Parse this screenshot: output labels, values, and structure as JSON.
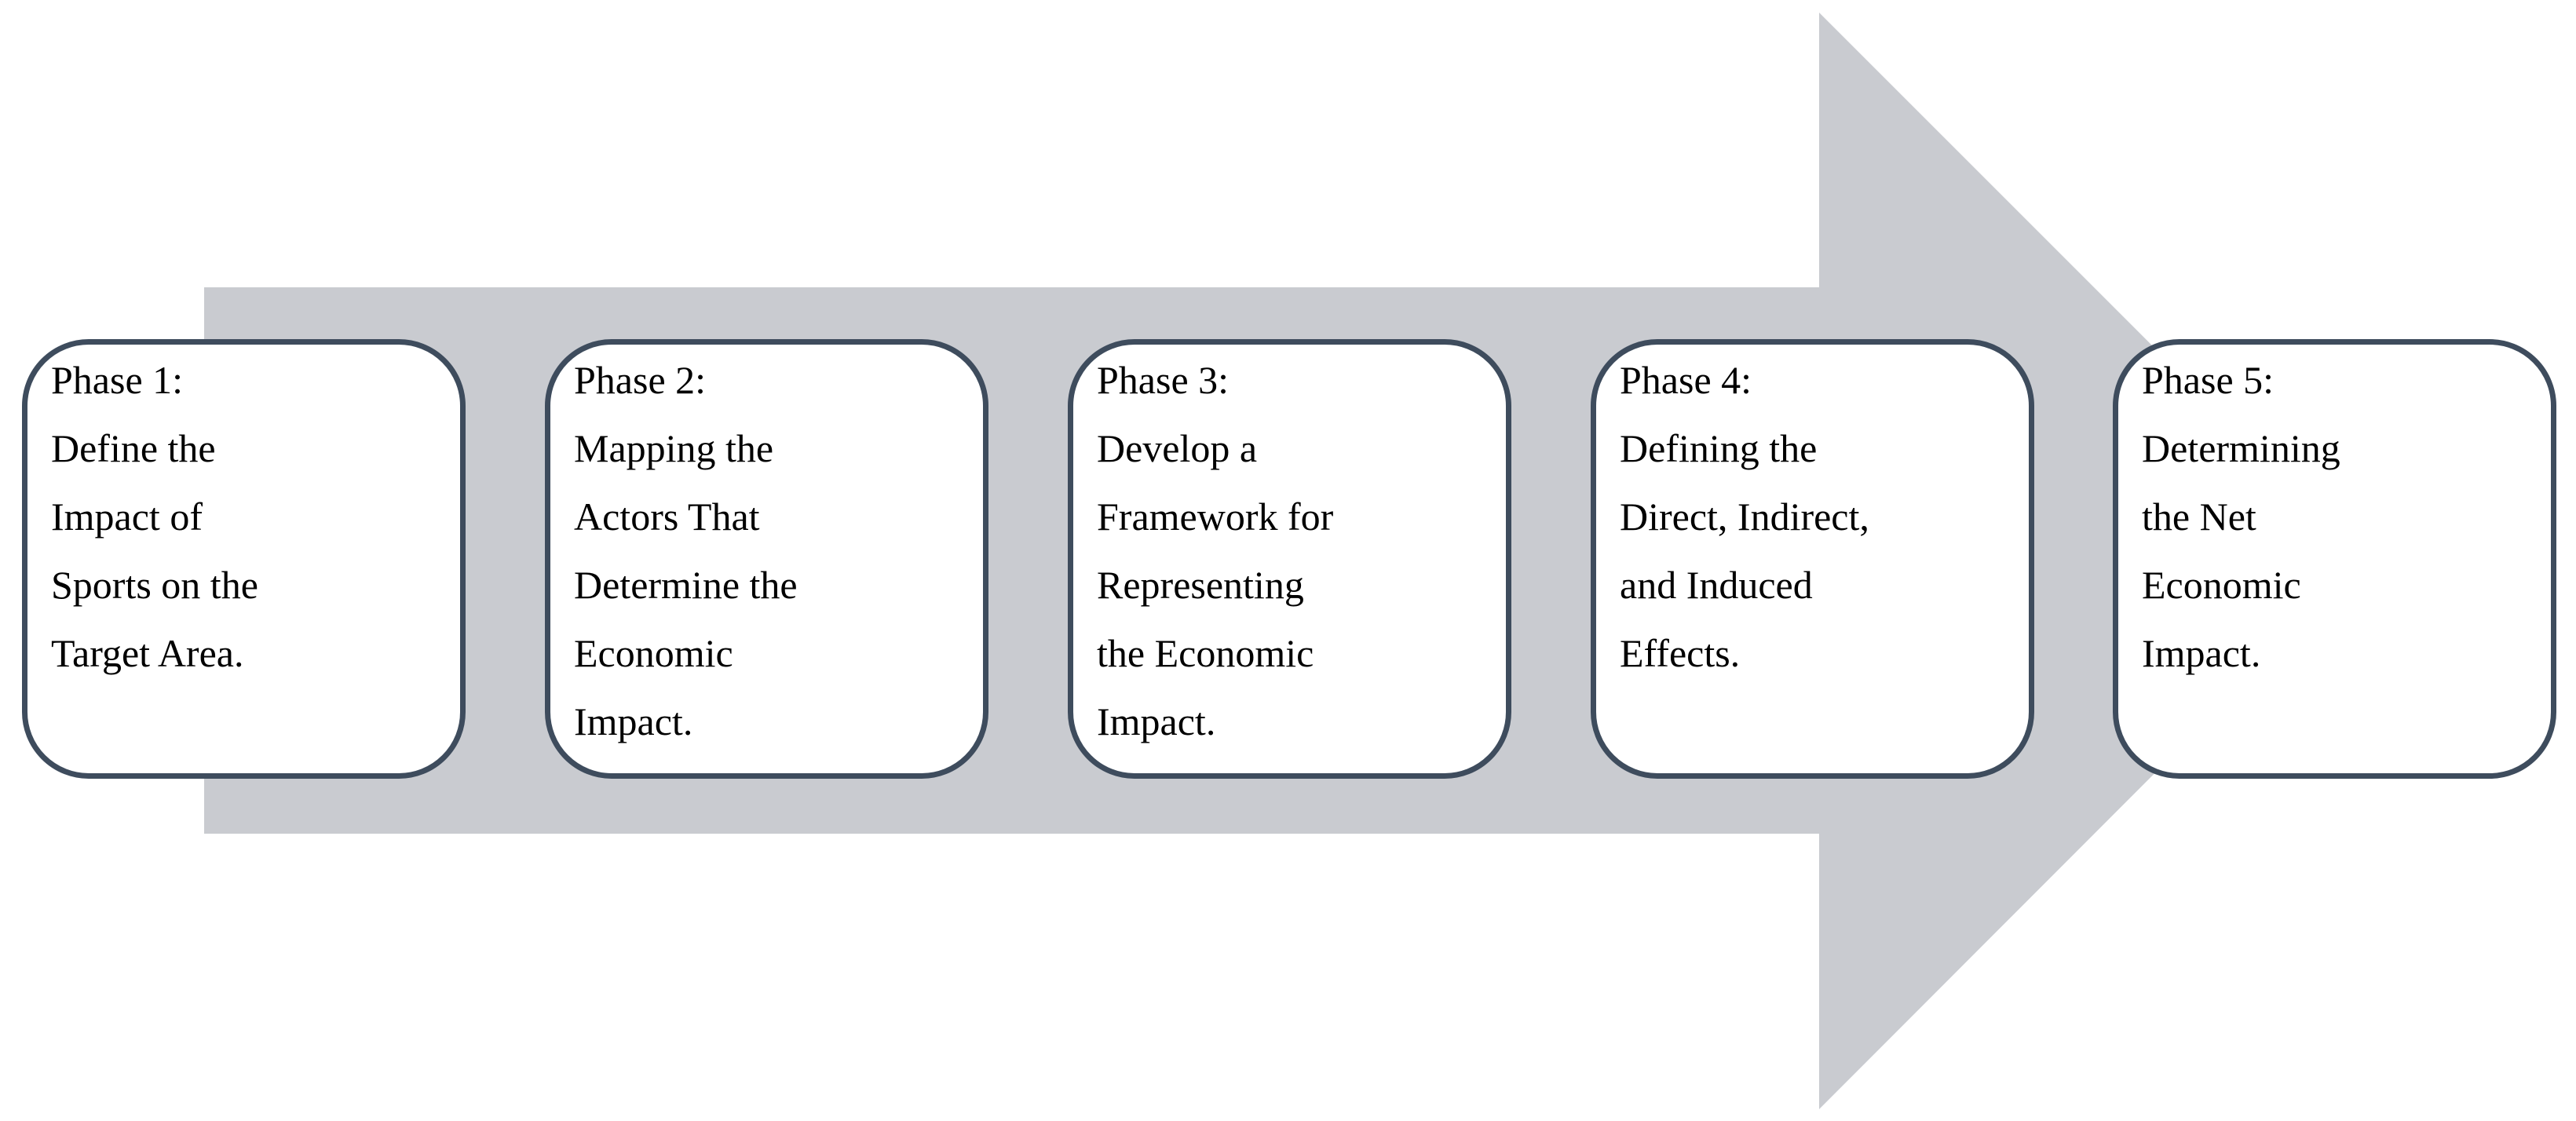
{
  "figure": {
    "type": "process-flow-arrow",
    "direction": "right",
    "colors": {
      "background": "#ffffff",
      "arrow_fill": "#c9cbd0",
      "box_border": "#3e4c5d",
      "box_fill": "#ffffff",
      "text": "#000000"
    },
    "phases": [
      {
        "id": "phase-1",
        "label": "Phase 1:\nDefine the\nImpact of\nSports on the\nTarget Area."
      },
      {
        "id": "phase-2",
        "label": "Phase 2:\nMapping the\nActors That\nDetermine the\nEconomic\nImpact."
      },
      {
        "id": "phase-3",
        "label": "Phase 3:\nDevelop a\nFramework for\nRepresenting\nthe Economic\nImpact."
      },
      {
        "id": "phase-4",
        "label": "Phase 4:\nDefining the\nDirect, Indirect,\nand Induced\nEffects."
      },
      {
        "id": "phase-5",
        "label": "Phase 5:\nDetermining\nthe Net\nEconomic\nImpact."
      }
    ]
  }
}
